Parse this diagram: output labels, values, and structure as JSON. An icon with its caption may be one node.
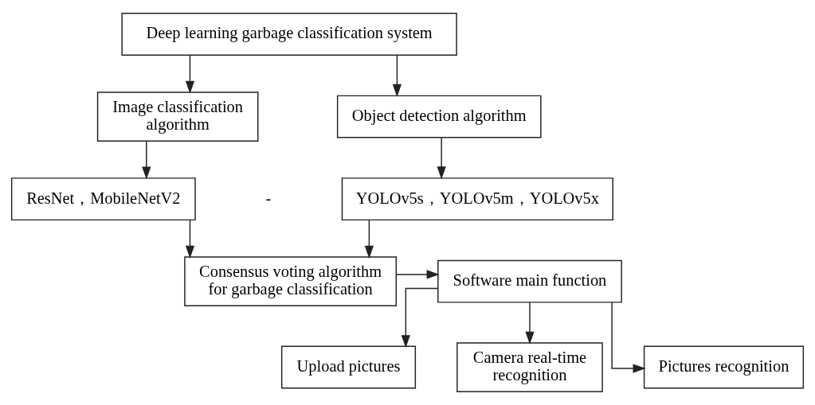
{
  "diagram": {
    "nodes": [
      {
        "text": [
          "Deep learning garbage classification system"
        ]
      },
      {
        "text": [
          "Image classification algorithm"
        ]
      },
      {
        "text": [
          "Object detection algorithm"
        ]
      },
      {
        "text": [
          "ResNet，MobileNetV2"
        ]
      },
      {
        "text": [
          "YOLOv5s，YOLOv5m，YOLOv5x"
        ]
      },
      {
        "text": [
          "Consensus voting algorithm for garbage classification"
        ]
      },
      {
        "text": [
          "Software main function"
        ]
      },
      {
        "text": [
          "Upload pictures"
        ]
      },
      {
        "text": [
          "Camera real-time recognition"
        ]
      },
      {
        "text": [
          "Pictures recognition"
        ]
      }
    ],
    "edges": [
      {
        "from": 0,
        "to": 1,
        "arrow": "to"
      },
      {
        "from": 0,
        "to": 2,
        "arrow": "to"
      },
      {
        "from": 1,
        "to": 3,
        "arrow": "to"
      },
      {
        "from": 2,
        "to": 4,
        "arrow": "to"
      },
      {
        "from": 3,
        "to": 5,
        "arrow": "to"
      },
      {
        "from": 4,
        "to": 5,
        "arrow": "to"
      },
      {
        "from": 5,
        "to": 6,
        "arrow": "to"
      },
      {
        "from": 6,
        "to": 7,
        "arrow": "to"
      },
      {
        "from": 6,
        "to": 8,
        "arrow": "to"
      },
      {
        "from": 6,
        "to": 9,
        "arrow": "to"
      }
    ],
    "labels": [
      "-"
    ]
  }
}
